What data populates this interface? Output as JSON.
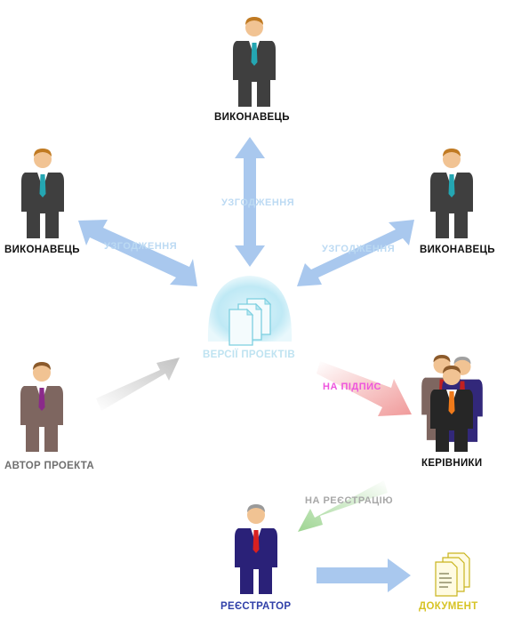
{
  "nodes": {
    "executor_top": "ВИКОНАВЕЦЬ",
    "executor_left": "ВИКОНАВЕЦЬ",
    "executor_right": "ВИКОНАВЕЦЬ",
    "project_versions": "ВЕРСІЇ ПРОЕКТІВ",
    "project_author": "АВТОР ПРОЕКТА",
    "managers": "КЕРІВНИКИ",
    "registrar": "РЕЄСТРАТОР",
    "document": "ДОКУМЕНТ"
  },
  "edges": {
    "approval_top": "УЗГОДЖЕННЯ",
    "approval_left": "УЗГОДЖЕННЯ",
    "approval_right": "УЗГОДЖЕННЯ",
    "for_signature": "НА ПІДПИС",
    "for_registration": "НА РЕЄСТРАЦІЮ"
  },
  "colors": {
    "approval_arrow": "#a9c8ee",
    "author_arrow": "#c4c4c4",
    "signature_arrow": "#f3a6a6",
    "registration_arrow": "#a6d89a",
    "document_arrow": "#a9c8ee",
    "approval_text": "#bcdaf3",
    "versions_text": "#bfe3f1",
    "author_text": "#6f6f6f",
    "signature_text": "#ee55dd",
    "registration_text": "#a8a8a8",
    "registrar_text": "#2f3fa8",
    "document_text": "#d7c325"
  },
  "icons": [
    "person-icon",
    "group-icon",
    "documents-icon",
    "document-icon"
  ]
}
